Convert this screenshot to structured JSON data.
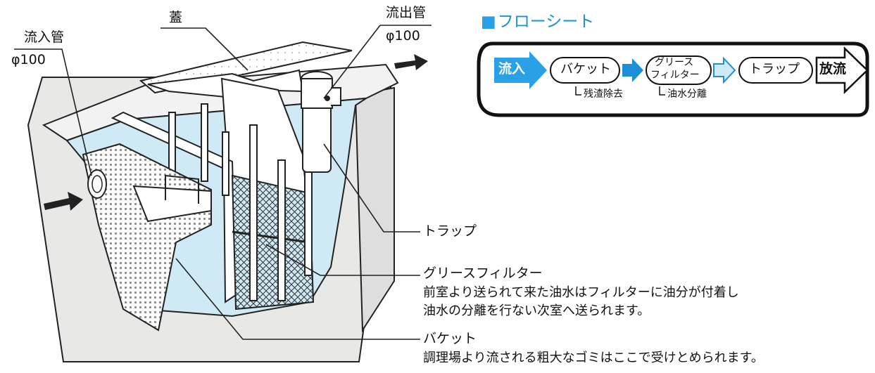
{
  "labels": {
    "inflow_pipe": "流入管",
    "inflow_diameter": "φ100",
    "lid": "蓋",
    "outflow_pipe": "流出管",
    "outflow_diameter": "φ100",
    "trap": "トラップ",
    "grease_filter_title": "グリースフィルター",
    "grease_filter_desc_1": "前室より送られて来た油水はフィルターに油分が付着し",
    "grease_filter_desc_2": "油水の分離を行ない次室へ送られます。",
    "bucket_title": "バケット",
    "bucket_desc": "調理場より流される粗大なゴミはここで受けとめられます。"
  },
  "flow_sheet": {
    "title": "フローシート",
    "start": "流入",
    "steps": [
      {
        "line1": "バケット",
        "line2": "",
        "note": "残渣除去"
      },
      {
        "line1": "グリース",
        "line2": "フィルター",
        "note": "油水分離"
      },
      {
        "line1": "トラップ",
        "line2": "",
        "note": ""
      }
    ],
    "end": "放流"
  },
  "colors": {
    "water": "#cfe9f5",
    "tank_wall": "#e8e8e6",
    "flow_accent": "#1d8fd8",
    "flow_start_bg": "#2aa0e6",
    "arrow_dark": "#222222"
  }
}
